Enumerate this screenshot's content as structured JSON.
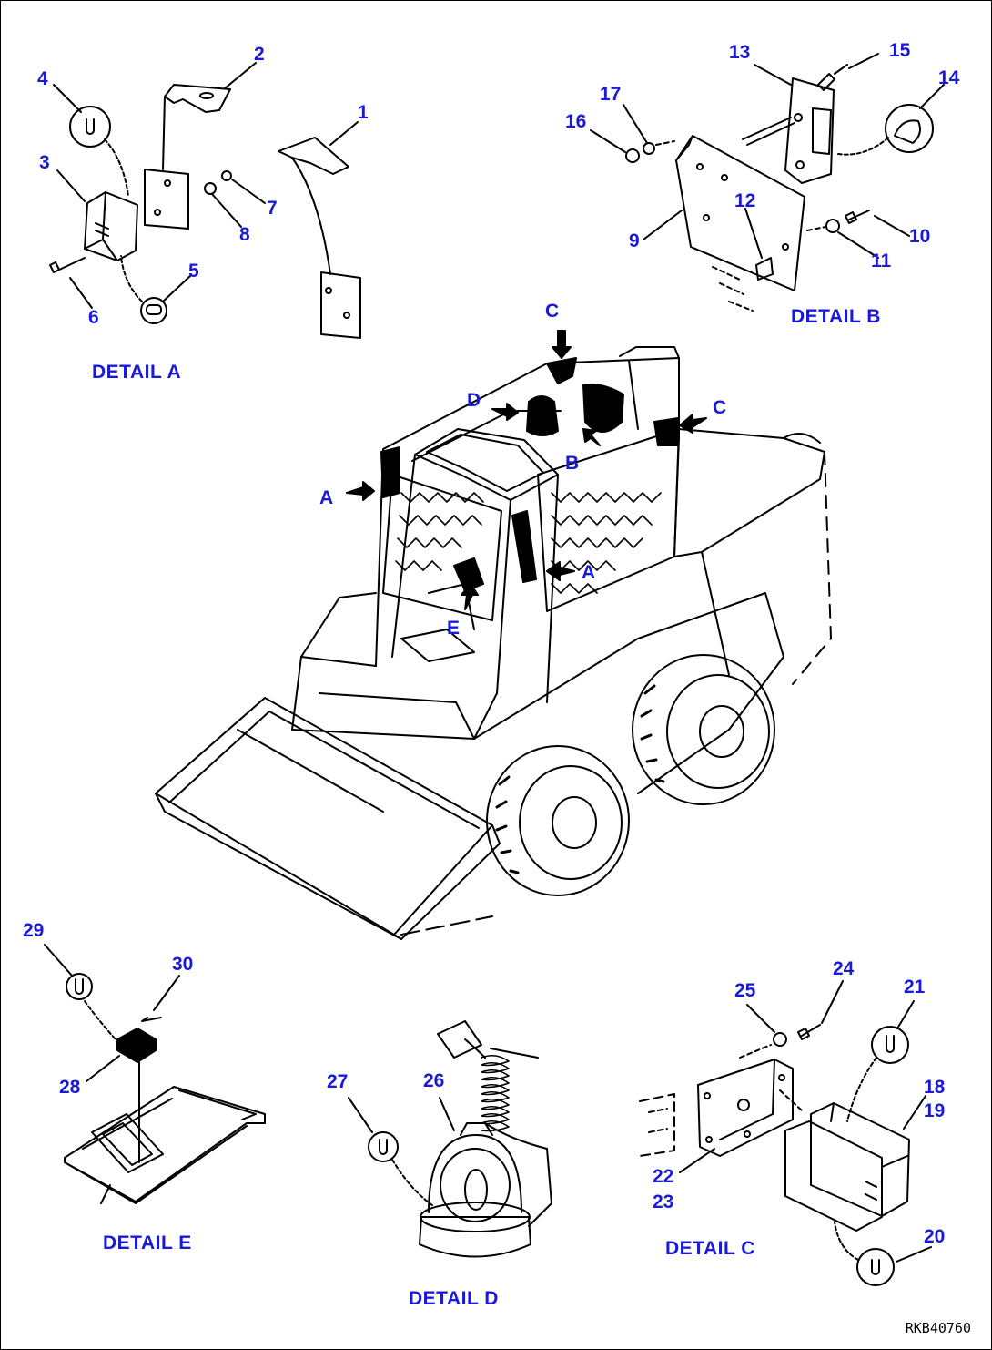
{
  "callouts": [
    {
      "id": "c1",
      "text": "1"
    },
    {
      "id": "c2",
      "text": "2"
    },
    {
      "id": "c3",
      "text": "3"
    },
    {
      "id": "c4",
      "text": "4"
    },
    {
      "id": "c5",
      "text": "5"
    },
    {
      "id": "c6",
      "text": "6"
    },
    {
      "id": "c7",
      "text": "7"
    },
    {
      "id": "c8",
      "text": "8"
    },
    {
      "id": "c9",
      "text": "9"
    },
    {
      "id": "c10",
      "text": "10"
    },
    {
      "id": "c11",
      "text": "11"
    },
    {
      "id": "c12",
      "text": "12"
    },
    {
      "id": "c13",
      "text": "13"
    },
    {
      "id": "c14",
      "text": "14"
    },
    {
      "id": "c15",
      "text": "15"
    },
    {
      "id": "c16",
      "text": "16"
    },
    {
      "id": "c17",
      "text": "17"
    },
    {
      "id": "c18",
      "text": "18"
    },
    {
      "id": "c19",
      "text": "19"
    },
    {
      "id": "c20",
      "text": "20"
    },
    {
      "id": "c21",
      "text": "21"
    },
    {
      "id": "c22",
      "text": "22"
    },
    {
      "id": "c23",
      "text": "23"
    },
    {
      "id": "c24",
      "text": "24"
    },
    {
      "id": "c25",
      "text": "25"
    },
    {
      "id": "c26",
      "text": "26"
    },
    {
      "id": "c27",
      "text": "27"
    },
    {
      "id": "c28",
      "text": "28"
    },
    {
      "id": "c29",
      "text": "29"
    },
    {
      "id": "c30",
      "text": "30"
    }
  ],
  "location_letters": [
    {
      "id": "la1",
      "text": "A"
    },
    {
      "id": "la2",
      "text": "A"
    },
    {
      "id": "lb",
      "text": "B"
    },
    {
      "id": "lc1",
      "text": "C"
    },
    {
      "id": "lc2",
      "text": "C"
    },
    {
      "id": "ld",
      "text": "D"
    },
    {
      "id": "le",
      "text": "E"
    }
  ],
  "detail_titles": {
    "a": "DETAIL A",
    "b": "DETAIL B",
    "c": "DETAIL C",
    "d": "DETAIL D",
    "e": "DETAIL E"
  },
  "drawing_code": "RKB40760",
  "colors": {
    "label": "#1a1ad6",
    "line": "#000000"
  }
}
